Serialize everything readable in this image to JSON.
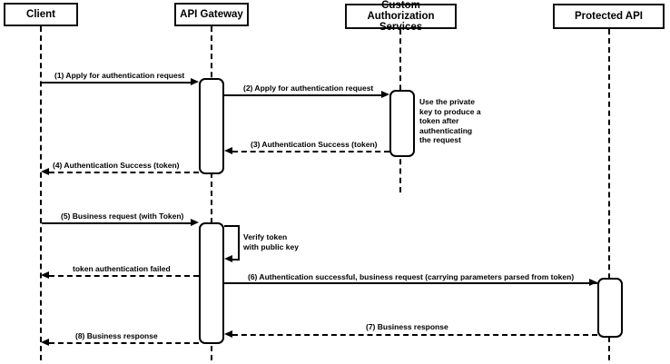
{
  "diagram": {
    "kind": "uml-sequence-diagram",
    "colors": {
      "stroke": "#000000",
      "fill": "#ffffff",
      "background": "#ffffff",
      "text": "#000000"
    },
    "actors": [
      {
        "id": "client",
        "label": "Client"
      },
      {
        "id": "api-gateway",
        "label": "API Gateway"
      },
      {
        "id": "custom-auth",
        "label": "Custom Authorization\nServices"
      },
      {
        "id": "protected-api",
        "label": "Protected API"
      }
    ],
    "messages": [
      {
        "label": "(1) Apply for authentication request",
        "from": "Client",
        "to": "API Gateway",
        "style": "solid"
      },
      {
        "label": "(2) Apply for authentication request",
        "from": "API Gateway",
        "to": "Custom Authorization Services",
        "style": "solid"
      },
      {
        "label": "(3) Authentication Success (token)",
        "from": "Custom Authorization Services",
        "to": "API Gateway",
        "style": "dashed"
      },
      {
        "label": "(4) Authentication Success (token)",
        "from": "API Gateway",
        "to": "Client",
        "style": "dashed"
      },
      {
        "label": "(5) Business request (with Token)",
        "from": "Client",
        "to": "API Gateway",
        "style": "solid"
      },
      {
        "label": "Verify token\nwith public key",
        "from": "API Gateway",
        "to": "API Gateway",
        "style": "self"
      },
      {
        "label": "token authentication failed",
        "from": "API Gateway",
        "to": "Client",
        "style": "dashed"
      },
      {
        "label": "(6) Authentication successful, business request (carrying parameters parsed from token)",
        "from": "API Gateway",
        "to": "Protected API",
        "style": "solid"
      },
      {
        "label": "(7) Business response",
        "from": "Protected API",
        "to": "API Gateway",
        "style": "dashed"
      },
      {
        "label": "(8) Business response",
        "from": "API Gateway",
        "to": "Client",
        "style": "dashed"
      }
    ],
    "note": {
      "label": "Use the private\nkey to produce a\ntoken after\nauthenticating\nthe request",
      "attached_to": "Custom Authorization Services"
    }
  }
}
